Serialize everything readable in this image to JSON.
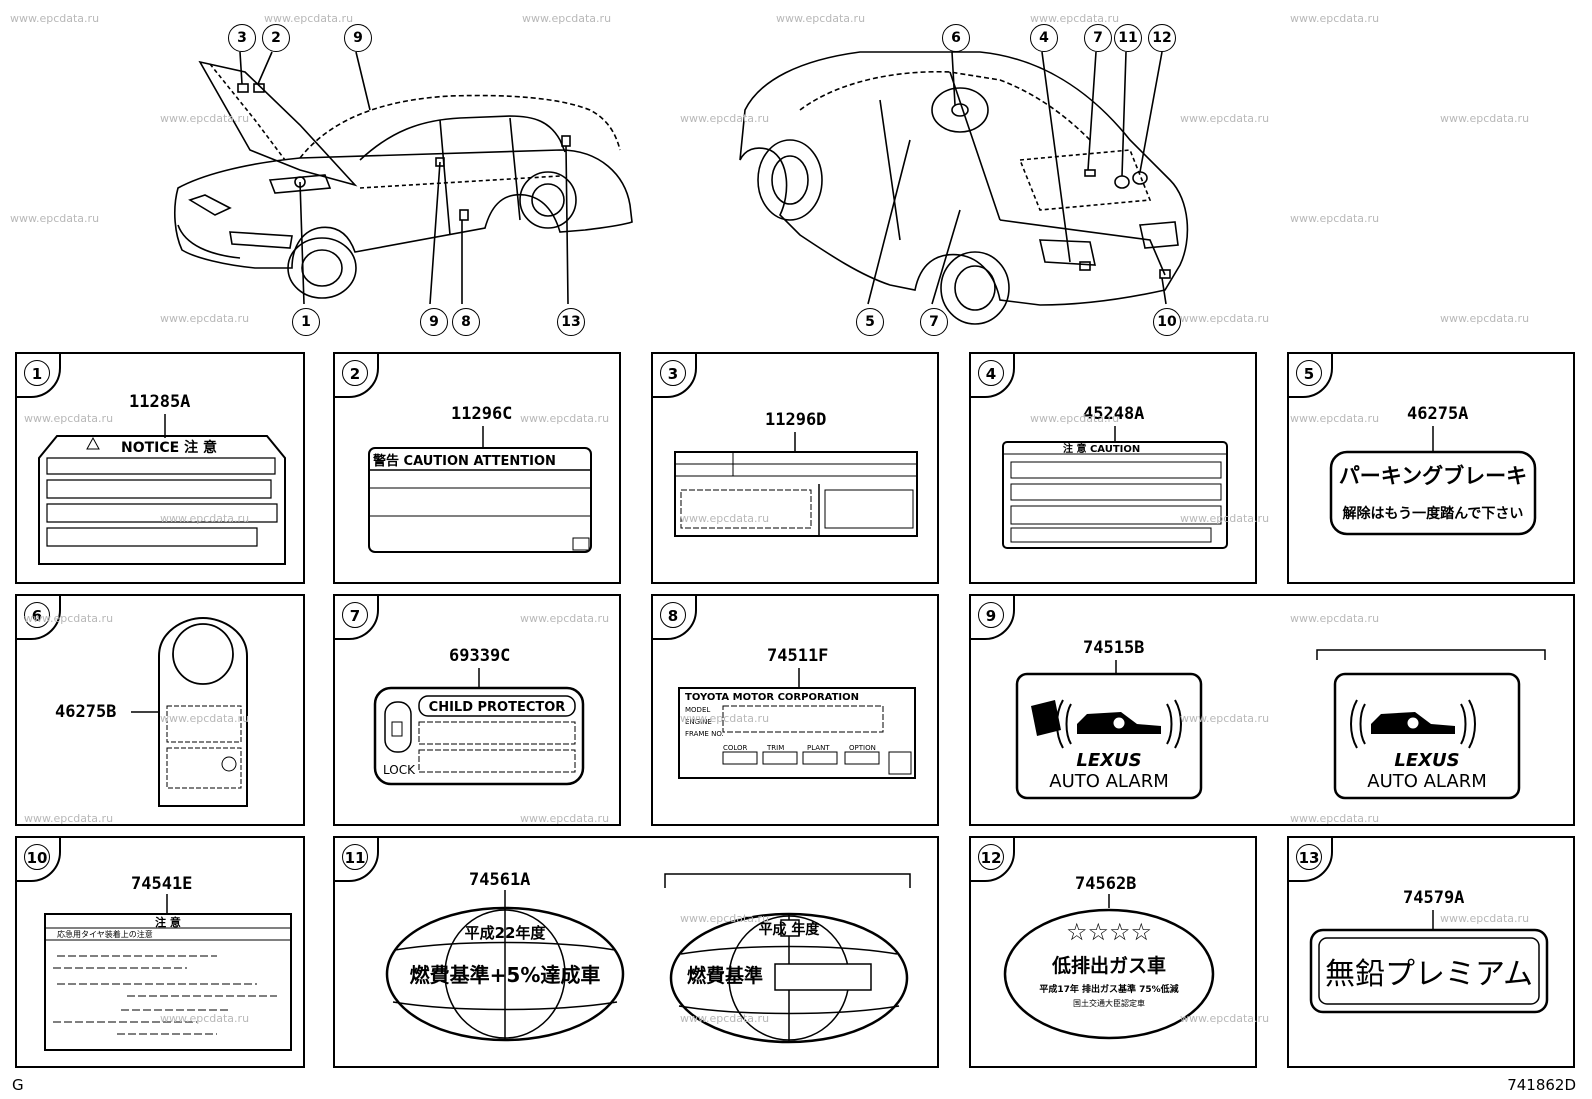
{
  "diagram_id": "741862D",
  "corner_mark": "G",
  "watermark": "www.epcdata.ru",
  "callouts_left": [
    "3",
    "2",
    "9",
    "1",
    "9",
    "8",
    "13"
  ],
  "callouts_right": [
    "6",
    "4",
    "7",
    "11",
    "12",
    "5",
    "7",
    "10"
  ],
  "panels": [
    {
      "num": "1",
      "code": "11285A"
    },
    {
      "num": "2",
      "code": "11296C"
    },
    {
      "num": "3",
      "code": "11296D"
    },
    {
      "num": "4",
      "code": "45248A"
    },
    {
      "num": "5",
      "code": "46275A"
    },
    {
      "num": "6",
      "code": "46275B"
    },
    {
      "num": "7",
      "code": "69339C"
    },
    {
      "num": "8",
      "code": "74511F"
    },
    {
      "num": "9",
      "code": "74515B"
    },
    {
      "num": "10",
      "code": "74541E"
    },
    {
      "num": "11",
      "code": "74561A"
    },
    {
      "num": "12",
      "code": "74562B"
    },
    {
      "num": "13",
      "code": "74579A"
    }
  ],
  "labels": {
    "notice": "NOTICE 注 意",
    "caution_attention": "警告 CAUTION ATTENTION",
    "caution4": "注 意 CAUTION",
    "parking_line1": "パーキングブレーキ",
    "parking_line2": "解除はもう一度踏んで下さい",
    "child_protector": "CHILD PROTECTOR",
    "lock": "LOCK",
    "toyota": "TOYOTA MOTOR CORPORATION",
    "model": "MODEL",
    "engine": "ENGINE",
    "frame_no": "FRAME NO.",
    "color": "COLOR",
    "trim": "TRIM",
    "plant": "PLANT",
    "option": "OPTION",
    "lexus": "LEXUS",
    "auto_alarm": "AUTO ALARM",
    "warning10": "注 意",
    "tire_line": "応急用タイヤ装着上の注意",
    "fuel_year": "平成22年度",
    "fuel_main": "燃費基準+5%達成車",
    "fuel_year2": "平成 年度",
    "fuel_main2": "燃費基準",
    "stars": "☆☆☆☆",
    "low_emission": "低排出ガス車",
    "emission_line": "平成17年 排出ガス基準 75%低減",
    "ministry": "国土交通大臣認定車",
    "premium": "無鉛プレミアム"
  }
}
